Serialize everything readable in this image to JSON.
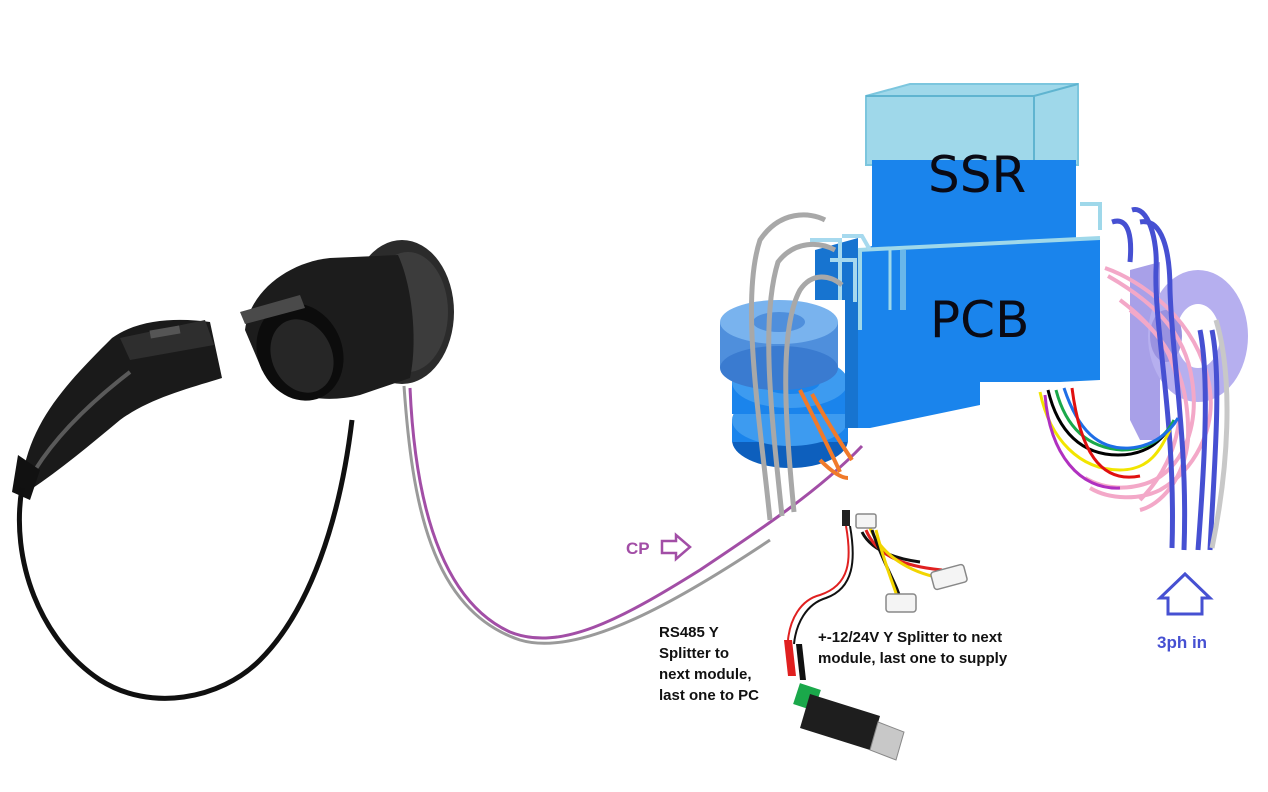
{
  "labels": {
    "ssr": "SSR",
    "pcb": "PCB",
    "cp": "CP",
    "rs485": "RS485 Y\nSplitter to\nnext module,\nlast one to PC",
    "power": "+-12/24V Y Splitter to next\nmodule, last one to supply",
    "three_phase": "3ph in"
  },
  "colors": {
    "module_blue": "#1a84ec",
    "module_light": "#9fd8ea",
    "cp_purple": "#a24ea6",
    "three_phase_blue": "#4650d2",
    "cable_grey": "#9a9a9a",
    "black": "#101010"
  },
  "icons": {
    "charging_connector": "ev-charging-connector-icon",
    "charging_socket": "ev-socket-inlet-icon",
    "usb_rs485_adapter": "usb-rs485-adapter-icon",
    "molex_y_splitter": "molex-y-splitter-icon"
  }
}
